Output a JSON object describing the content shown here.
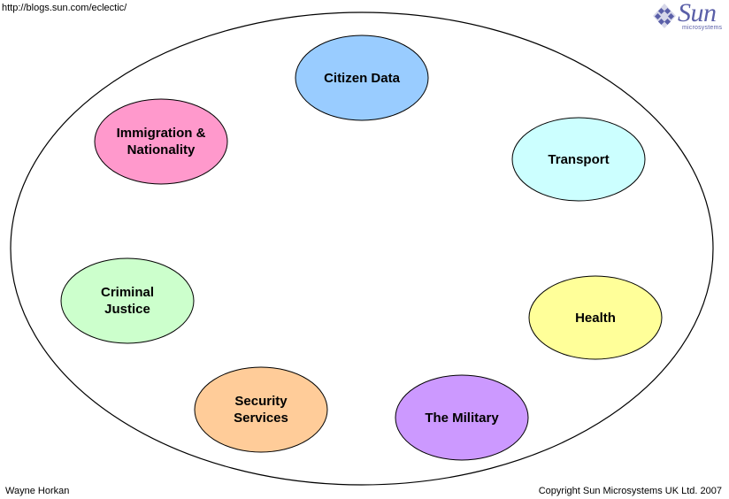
{
  "header": {
    "url": "http://blogs.sun.com/eclectic/",
    "logo": {
      "word": "Sun",
      "sub": "microsystems",
      "color": "#5a5fa8"
    }
  },
  "nodes": [
    {
      "label": "Citizen Data",
      "color": "#99ccff"
    },
    {
      "label": "Immigration &\nNationality",
      "color": "#ff99cc"
    },
    {
      "label": "Transport",
      "color": "#ccffff"
    },
    {
      "label": "Criminal\nJustice",
      "color": "#ccffcc"
    },
    {
      "label": "Health",
      "color": "#ffff99"
    },
    {
      "label": "Security\nServices",
      "color": "#ffcc99"
    },
    {
      "label": "The Military",
      "color": "#cc99ff"
    }
  ],
  "footer": {
    "author": "Wayne Horkan",
    "copyright": "Copyright Sun Microsystems UK Ltd. 2007"
  }
}
